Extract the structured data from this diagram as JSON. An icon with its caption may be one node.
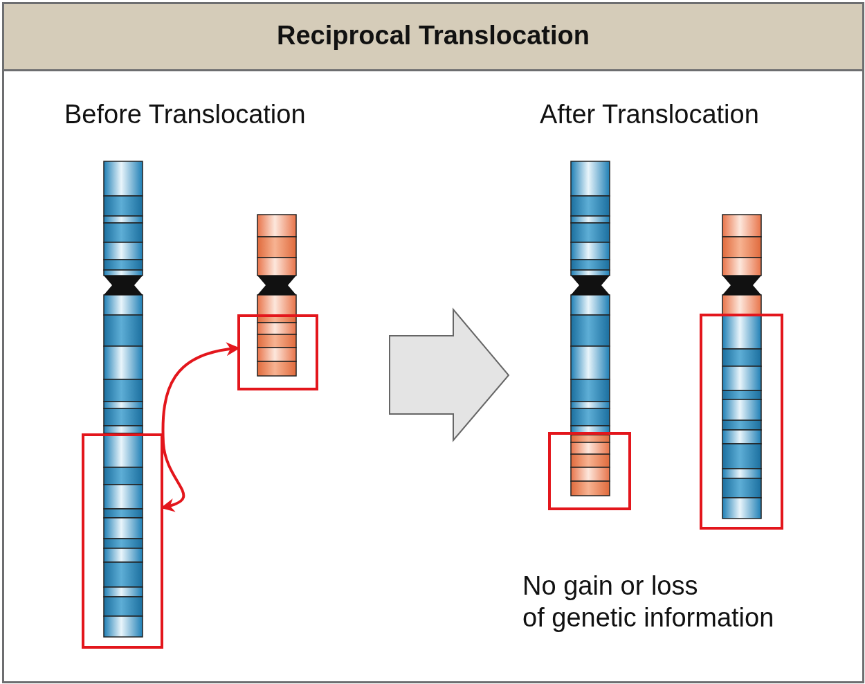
{
  "diagram": {
    "title": "Reciprocal Translocation",
    "nodes": [
      {
        "text": [],
        "shape": "box"
      },
      {
        "text": [],
        "shape": "box"
      }
    ],
    "edges": [
      {
        "from": 1,
        "to": 0,
        "arrow": "both"
      }
    ],
    "labels": [
      "Before Translocation",
      "After Translocation",
      "No gain or loss of genetic information"
    ]
  }
}
